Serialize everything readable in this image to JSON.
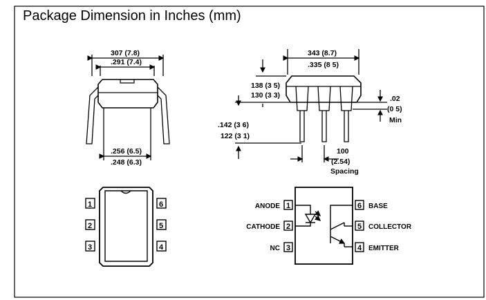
{
  "title": "Package Dimension in Inches (mm)",
  "side_view": {
    "width_top_1": "307 (7.8)",
    "width_top_2": ".291 (7.4)",
    "width_bottom_1": ".256 (6.5)",
    "width_bottom_2": ".248 (6.3)"
  },
  "front_view": {
    "width_1": "343 (8.7)",
    "width_2": ".335 (8 5)",
    "height_1": "138 (3 5)",
    "height_2": "130 (3 3)",
    "lead_1": ".142 (3 6)",
    "lead_2": "122 (3 1)",
    "standoff_1": ".02",
    "standoff_2": "(0 5)",
    "standoff_3": "Min",
    "pitch_1": "100",
    "pitch_2": "(2.54)",
    "pitch_3": "Spacing"
  },
  "pinout_left": {
    "pins": [
      "1",
      "2",
      "3",
      "6",
      "5",
      "4"
    ]
  },
  "schematic": {
    "left_pins": [
      {
        "name": "ANODE",
        "num": "1"
      },
      {
        "name": "CATHODE",
        "num": "2"
      },
      {
        "name": "NC",
        "num": "3"
      }
    ],
    "right_pins": [
      {
        "name": "BASE",
        "num": "6"
      },
      {
        "name": "COLLECTOR",
        "num": "5"
      },
      {
        "name": "EMITTER",
        "num": "4"
      }
    ]
  }
}
